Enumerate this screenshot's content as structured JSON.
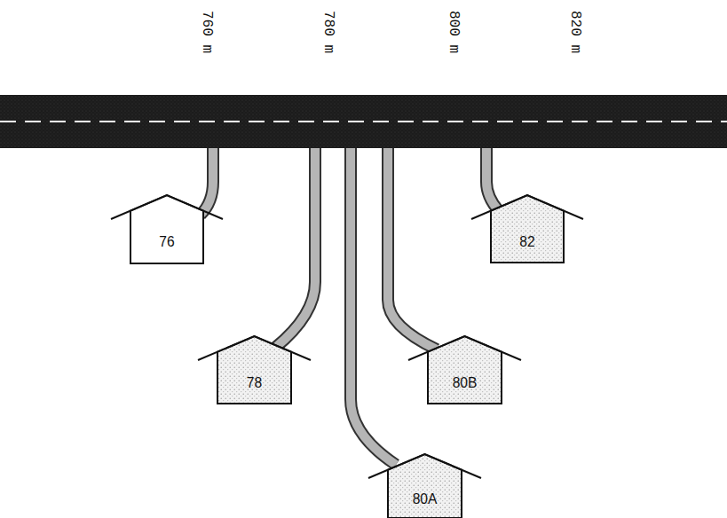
{
  "diagram": {
    "nodes": [
      {
        "text": [
          "76"
        ]
      },
      {
        "text": [
          "82"
        ]
      },
      {
        "text": [
          "78"
        ]
      },
      {
        "text": [
          "80B"
        ]
      },
      {
        "text": [
          "80A"
        ]
      }
    ],
    "labels": [
      "760 m",
      "780 m",
      "800 m",
      "820 m"
    ]
  }
}
